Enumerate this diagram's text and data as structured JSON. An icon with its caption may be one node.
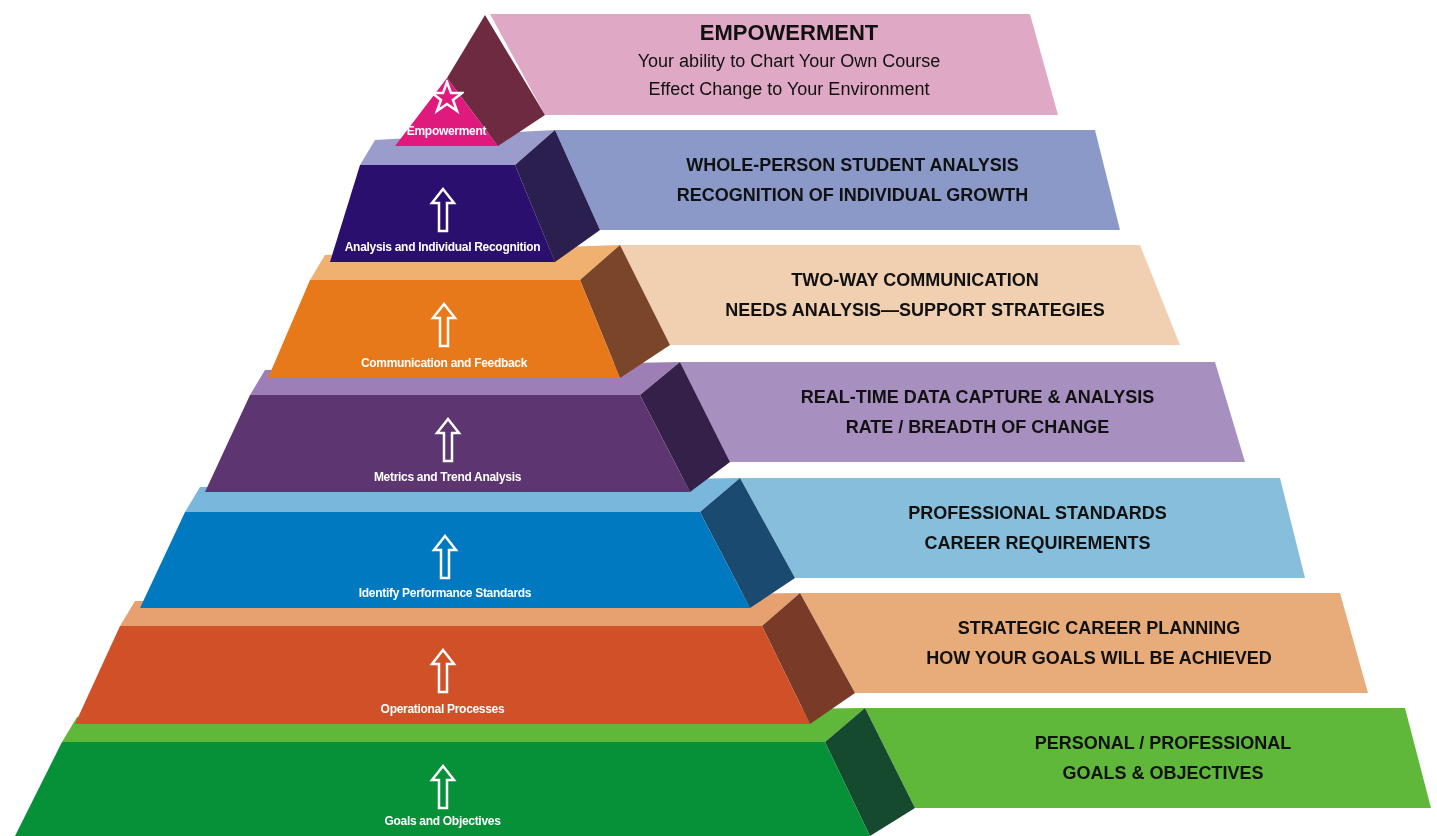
{
  "diagram": {
    "nodes": [
      {
        "text": [
          "Empowerment"
        ]
      },
      {
        "text": [
          "EMPOWERMENT",
          "Your ability to Chart Your Own Course",
          "Effect Change to Your Environment"
        ]
      },
      {
        "text": [
          "Analysis and Individual Recognition"
        ]
      },
      {
        "text": [],
        "shape": "arrow",
        "in": 2
      },
      {
        "text": [
          "WHOLE-PERSON STUDENT ANALYSIS",
          "RECOGNITION OF INDIVIDUAL GROWTH"
        ]
      },
      {
        "text": [
          "Communication and Feedback"
        ]
      },
      {
        "text": [],
        "shape": "arrow",
        "in": 5
      },
      {
        "text": [
          "TWO-WAY COMMUNICATION",
          "NEEDS ANALYSIS—SUPPORT STRATEGIES"
        ]
      },
      {
        "text": [
          "Metrics and Trend Analysis"
        ]
      },
      {
        "text": [],
        "shape": "arrow",
        "in": 8
      },
      {
        "text": [
          "REAL-TIME DATA CAPTURE & ANALYSIS",
          "RATE / BREADTH OF CHANGE"
        ]
      },
      {
        "text": [
          "Identify Performance Standards"
        ]
      },
      {
        "text": [],
        "shape": "arrow",
        "in": 11
      },
      {
        "text": [
          "PROFESSIONAL STANDARDS",
          "CAREER REQUIREMENTS"
        ]
      },
      {
        "text": [
          "Operational Processes"
        ]
      },
      {
        "text": [],
        "shape": "arrow",
        "in": 14
      },
      {
        "text": [
          "STRATEGIC CAREER PLANNING",
          "HOW YOUR GOALS WILL BE ACHIEVED"
        ]
      },
      {
        "text": [
          "Goals and Objectives"
        ]
      },
      {
        "text": [],
        "shape": "arrow",
        "in": 17
      },
      {
        "text": [
          "PERSONAL / PROFESSIONAL",
          "GOALS & OBJECTIVES"
        ]
      }
    ]
  }
}
